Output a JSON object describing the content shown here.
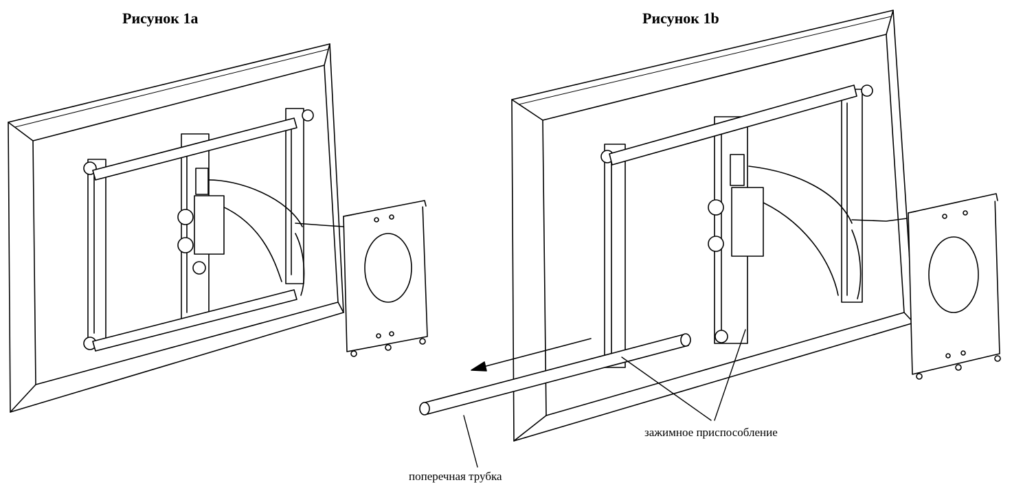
{
  "figures": {
    "a": {
      "title": "Рисунок 1a"
    },
    "b": {
      "title": "Рисунок 1b"
    }
  },
  "callouts": {
    "clamp": "зажимное приспособление",
    "tube": "поперечная трубка"
  }
}
